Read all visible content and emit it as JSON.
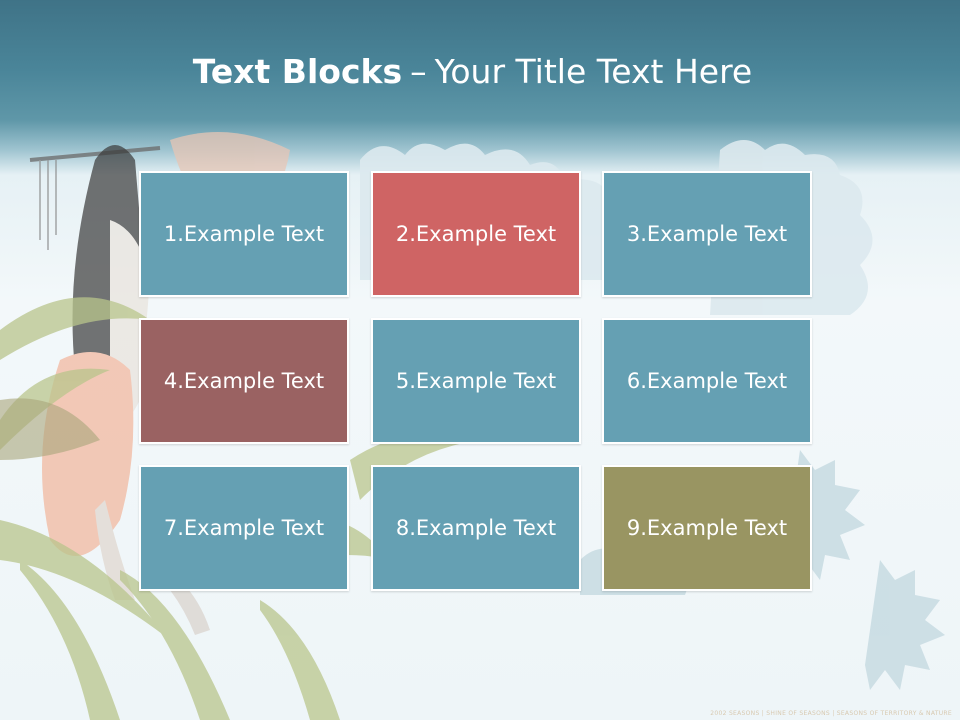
{
  "title": {
    "bold": "Text Blocks",
    "dash": "–",
    "rest": "Your Title Text Here"
  },
  "blocks": [
    {
      "label": "1.Example Text",
      "color": "#65a0b3"
    },
    {
      "label": "2.Example Text",
      "color": "#cf6464"
    },
    {
      "label": "3.Example Text",
      "color": "#65a0b3"
    },
    {
      "label": "4.Example Text",
      "color": "#9a6262"
    },
    {
      "label": "5.Example Text",
      "color": "#65a0b3"
    },
    {
      "label": "6.Example Text",
      "color": "#65a0b3"
    },
    {
      "label": "7.Example Text",
      "color": "#65a0b3"
    },
    {
      "label": "8.Example Text",
      "color": "#65a0b3"
    },
    {
      "label": "9.Example Text",
      "color": "#999562"
    }
  ],
  "footer": "2002 SEASONS | SHINE OF SEASONS | SEASONS OF TERRITORY & NATURE"
}
